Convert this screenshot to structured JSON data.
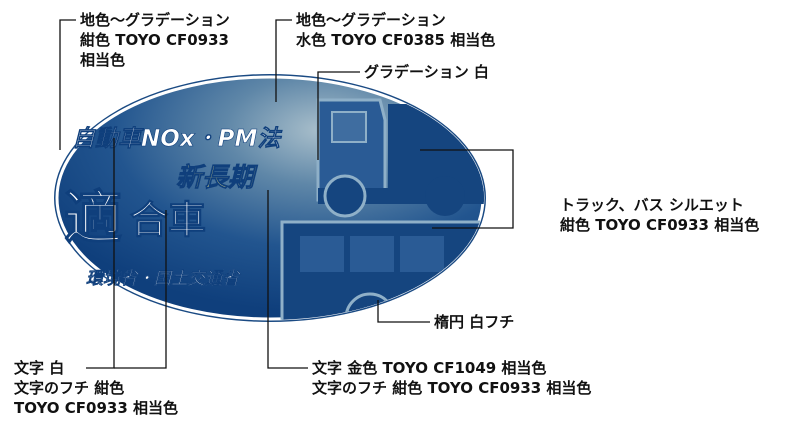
{
  "colors": {
    "ground_dark": "#0f3f7c",
    "ground_light": "#9fb6c4",
    "silhouette": "#15457f",
    "text_white": "#ffffff",
    "text_gold": "#e2de8a",
    "leader": "#111111"
  },
  "sticker": {
    "law_title": "自動車NOx・PM法",
    "era": "新長期",
    "main_kanji_1": "適",
    "main_kanji_2": "合車",
    "ministries": "環境省・国土交通省"
  },
  "callouts": {
    "ground_left": [
      "地色～グラデーション",
      "紺色 TOYO CF0933",
      "相当色"
    ],
    "ground_right": [
      "地色～グラデーション",
      "水色 TOYO CF0385 相当色"
    ],
    "gradation_white": [
      "グラデーション 白"
    ],
    "truck_bus": [
      "トラック、バス シルエット",
      "紺色 TOYO CF0933 相当色"
    ],
    "ellipse_border": [
      "楕円 白フチ"
    ],
    "text_white": [
      "文字 白",
      "文字のフチ 紺色",
      "TOYO CF0933 相当色"
    ],
    "text_gold": [
      "文字 金色 TOYO CF1049 相当色",
      "文字のフチ 紺色 TOYO CF0933 相当色"
    ]
  }
}
